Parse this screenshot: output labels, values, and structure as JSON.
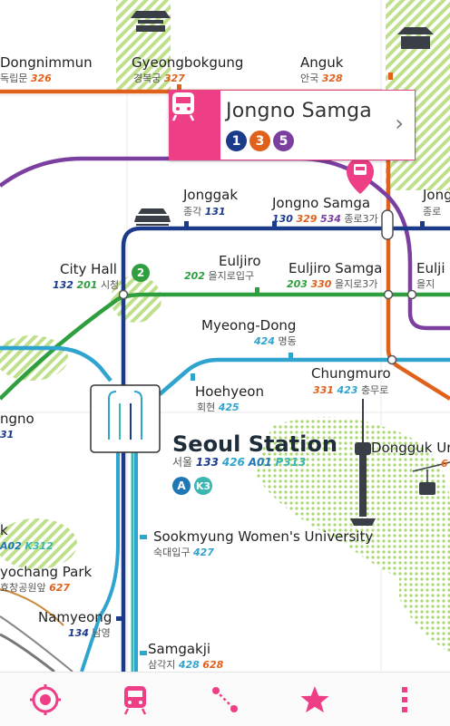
{
  "popup": {
    "title": "Jongno Samga",
    "lines": [
      "1",
      "3",
      "5"
    ],
    "line_colors": [
      "#1b3a8a",
      "#e0611b",
      "#7b3fa0"
    ],
    "icon": "subway-train-icon",
    "chevron": "›"
  },
  "colors": {
    "line1": "#1b3a8a",
    "line2": "#2f9e3e",
    "line3": "#e0611b",
    "line4": "#2fa4cf",
    "line5": "#7b3fa0",
    "accent": "#ee3f86"
  },
  "stations": {
    "dongnimmun": {
      "en": "Dongnimmun",
      "kr": "독립문",
      "code": "326"
    },
    "gyeongbokgung": {
      "en": "Gyeongbokgung",
      "kr": "경복궁",
      "code": "327"
    },
    "anguk": {
      "en": "Anguk",
      "kr": "안국",
      "code": "328"
    },
    "jonggak": {
      "en": "Jonggak",
      "kr": "종각",
      "code": "131"
    },
    "jongno_samga": {
      "en": "Jongno Samga",
      "c1": "130",
      "c3": "329",
      "c5": "534",
      "kr": "종로3가"
    },
    "jongno_right": {
      "en": "Jong",
      "kr": "종로"
    },
    "city_hall": {
      "en": "City Hall",
      "c1": "132",
      "c2": "201",
      "kr": "시청"
    },
    "euljiro": {
      "en": "Euljiro",
      "code": "202",
      "kr": "을지로입구"
    },
    "euljiro_samga": {
      "en": "Euljiro Samga",
      "c2": "203",
      "c3": "330",
      "kr": "을지로3가"
    },
    "eulji_right": {
      "en": "Eulji",
      "kr": "을지"
    },
    "myeongdong": {
      "en": "Myeong-Dong",
      "code": "424",
      "kr": "명동"
    },
    "chungmuro": {
      "en": "Chungmuro",
      "c3": "331",
      "c4": "423",
      "kr": "충무로"
    },
    "hoehyeon": {
      "en": "Hoehyeon",
      "kr": "회현",
      "code": "425"
    },
    "seoul_station": {
      "en": "Seoul Station",
      "kr": "서울",
      "c1": "133",
      "c4": "426",
      "cA": "A01",
      "cK": "P313",
      "badgeA": "A",
      "badgeK": "K3"
    },
    "dongguk": {
      "en": "Dongguk Un",
      "code": "6"
    },
    "jongno_left": {
      "en": "ngno",
      "code": "31"
    },
    "sookmyung": {
      "en": "Sookmyung Women's University",
      "kr": "숙대입구",
      "code": "427"
    },
    "hyochang": {
      "en": "yochang Park",
      "kr": "효창공원앞",
      "code": "627"
    },
    "k_left": {
      "en": "k",
      "cA": "A02",
      "cK": "K312"
    },
    "namyeong": {
      "en": "Namyeong",
      "code": "134",
      "kr": "남영"
    },
    "samgakji": {
      "en": "Samgakji",
      "kr": "삼각지",
      "c4": "428",
      "c6": "628"
    }
  },
  "line_badge": {
    "two": "2"
  },
  "bottom_nav": [
    {
      "name": "nearby-location-icon"
    },
    {
      "name": "subway-train-icon"
    },
    {
      "name": "route-icon"
    },
    {
      "name": "star-favorite-icon"
    },
    {
      "name": "more-vertical-icon"
    }
  ]
}
